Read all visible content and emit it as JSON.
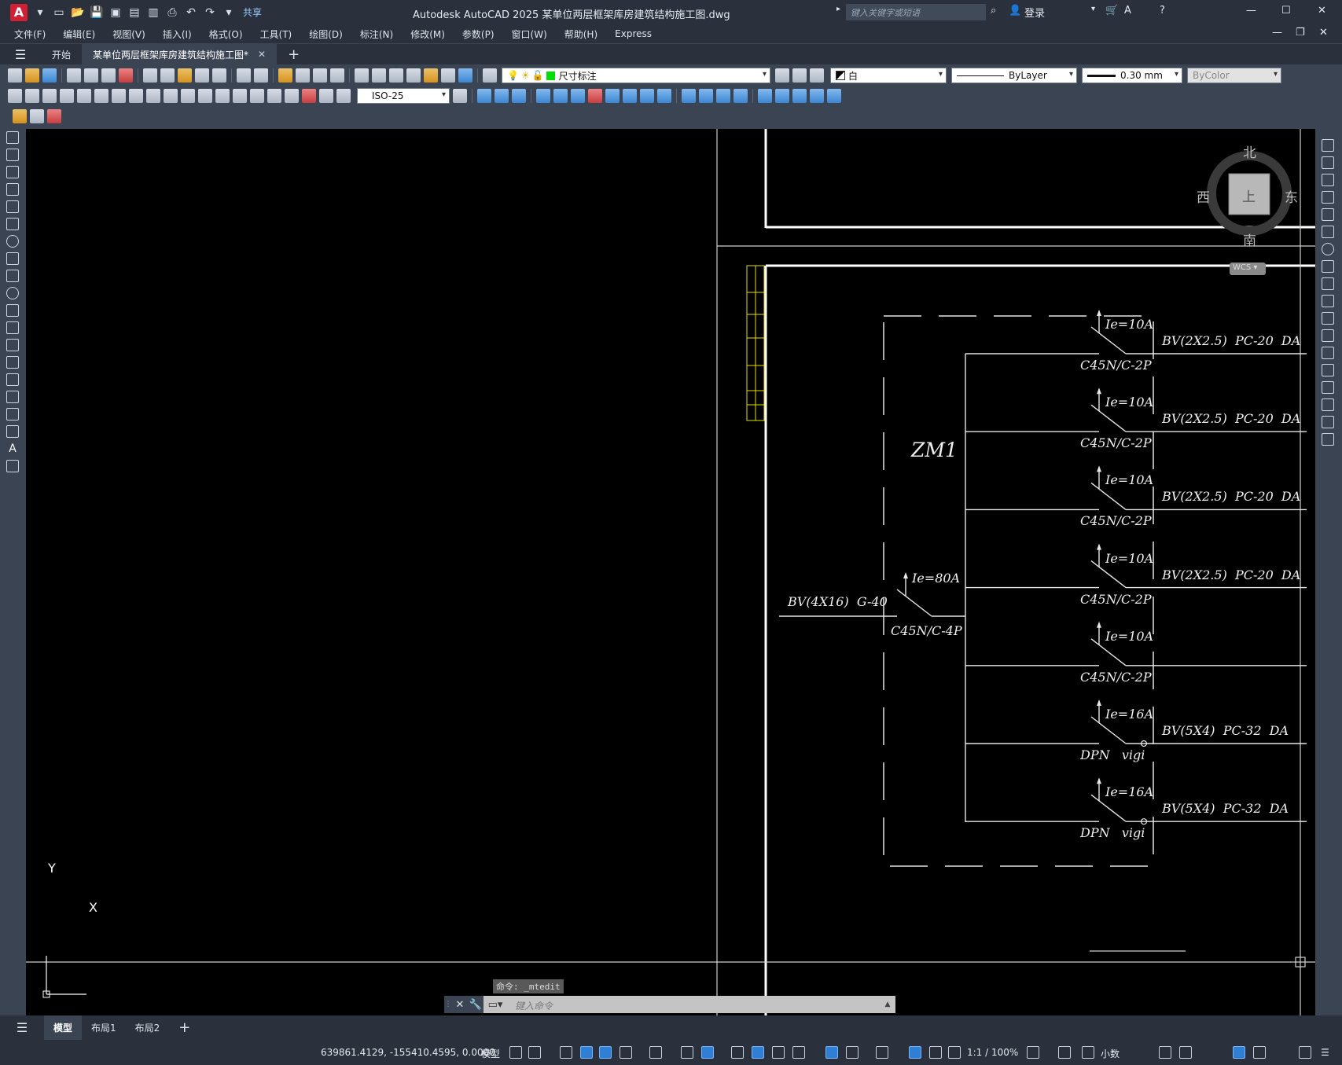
{
  "window": {
    "title": "Autodesk AutoCAD 2025    某单位两层框架库房建筑结构施工图.dwg",
    "share_label": "共享",
    "search_placeholder": "键入关键字或短语",
    "login_label": "登录"
  },
  "menu": [
    "文件(F)",
    "编辑(E)",
    "视图(V)",
    "插入(I)",
    "格式(O)",
    "工具(T)",
    "绘图(D)",
    "标注(N)",
    "修改(M)",
    "参数(P)",
    "窗口(W)",
    "帮助(H)",
    "Express"
  ],
  "tabs": {
    "start": "开始",
    "document": "某单位两层框架库房建筑结构施工图*"
  },
  "toolbar": {
    "layer": "尺寸标注",
    "color": "白",
    "linetype": "ByLayer",
    "lineweight": "0.30 mm",
    "plotstyle": "ByColor",
    "dimstyle": "ISO-25"
  },
  "viewcube": {
    "north": "北",
    "south": "南",
    "east": "东",
    "west": "西",
    "face": "上",
    "wcs": "WCS"
  },
  "drawing": {
    "panel_name": "ZM1",
    "incoming_cable": "BV(4X16)  G-40",
    "main_breaker_rating": "Ie=80A",
    "main_breaker_model": "C45N/C-4P",
    "circuits": [
      {
        "rating": "Ie=10A",
        "model": "C45N/C-2P",
        "cable": "BV(2X2.5)  PC-20  DA"
      },
      {
        "rating": "Ie=10A",
        "model": "C45N/C-2P",
        "cable": "BV(2X2.5)  PC-20  DA"
      },
      {
        "rating": "Ie=10A",
        "model": "C45N/C-2P",
        "cable": "BV(2X2.5)  PC-20  DA"
      },
      {
        "rating": "Ie=10A",
        "model": "C45N/C-2P",
        "cable": "BV(2X2.5)  PC-20  DA"
      },
      {
        "rating": "Ie=10A",
        "model": "C45N/C-2P",
        "cable": ""
      },
      {
        "rating": "Ie=16A",
        "model": "DPN   vigi",
        "cable": "BV(5X4)  PC-32  DA"
      },
      {
        "rating": "Ie=16A",
        "model": "DPN   vigi",
        "cable": "BV(5X4)  PC-32  DA"
      }
    ],
    "ucs_x": "X",
    "ucs_y": "Y"
  },
  "command": {
    "history": "命令: _mtedit",
    "placeholder": "键入命令"
  },
  "layout_tabs": [
    "模型",
    "布局1",
    "布局2"
  ],
  "status": {
    "coordinates": "639861.4129, -155410.4595, 0.0000",
    "space": "模型",
    "scale": "1:1 / 100%",
    "units": "小数"
  }
}
